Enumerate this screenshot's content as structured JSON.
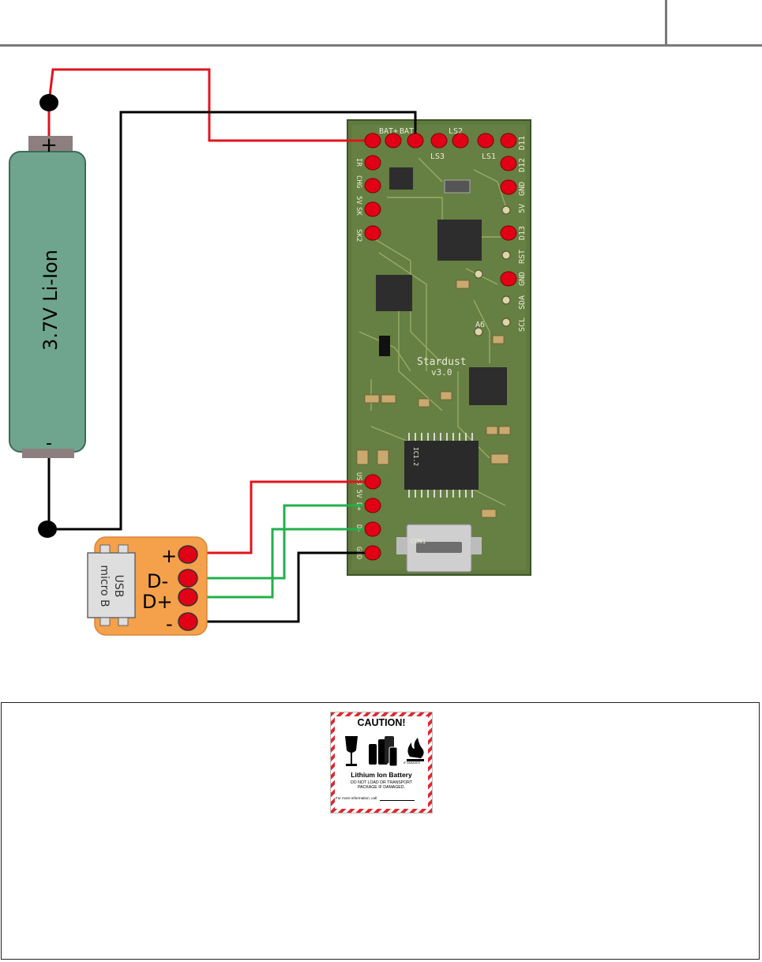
{
  "battery": {
    "label": "3.7V Li-Ion",
    "plus": "+",
    "minus": "-"
  },
  "board": {
    "name": "Stardust",
    "version": "v3.0",
    "top_labels": [
      "BAT+",
      "BAT-",
      "LS2",
      "LS3",
      "LS1"
    ],
    "right_labels": [
      "D11",
      "D12",
      "GND",
      "5V",
      "D13",
      "RST",
      "GND",
      "SDA",
      "SCL",
      "A6"
    ],
    "left_labels": [
      "IR",
      "CHG",
      "5V",
      "SK",
      "SK2"
    ],
    "bottom_labels": [
      "USB 5V",
      "D+",
      "D-",
      "GND"
    ],
    "connector_label": "CON1",
    "chip_label": "IC1.2",
    "colors": {
      "pcb": "#5f7a3e",
      "pad": "#e10015"
    }
  },
  "usb": {
    "line1": "USB",
    "line2": "micro B",
    "pins": [
      "+",
      "D-",
      "D+",
      "-"
    ],
    "colors": {
      "body": "#f5a04a",
      "module": "#dedede"
    }
  },
  "wires": {
    "red": "#e0141e",
    "black": "#000000",
    "green": "#22b04b"
  },
  "caution": {
    "title": "CAUTION!",
    "heading": "Lithium Ion Battery",
    "sub1": "DO NOT LOAD OR TRANSPORT",
    "sub2": "PACKAGE IF DAMAGED.",
    "info": "For more information, call",
    "flame_caption": "IF DAMAGED",
    "colors": {
      "stripe": "#e3262e"
    }
  }
}
